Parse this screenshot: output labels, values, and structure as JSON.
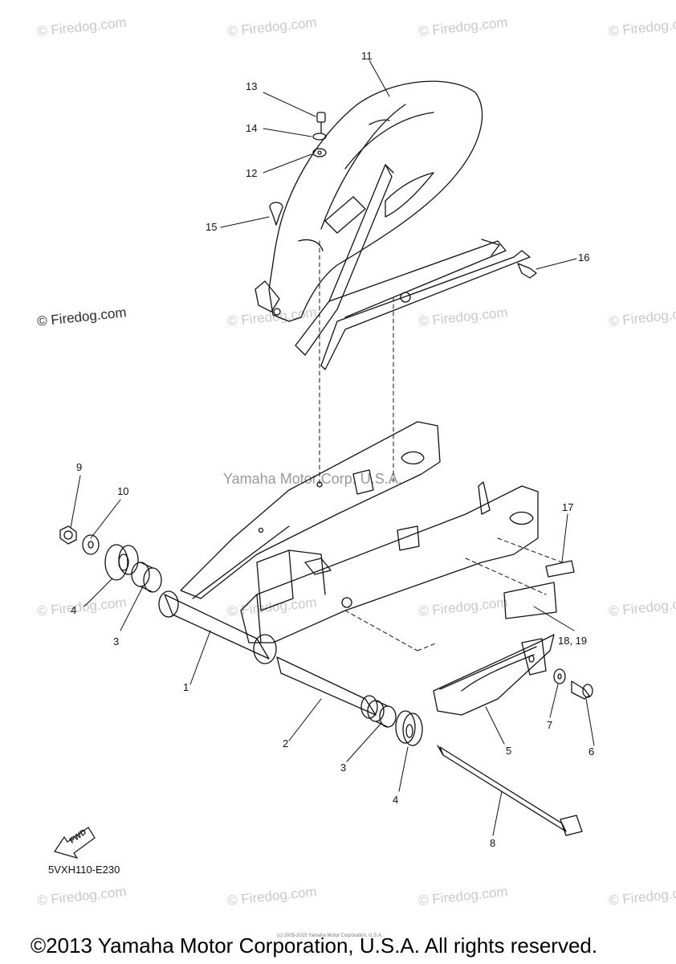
{
  "watermark": "© Firedog.com",
  "center_mark": "Yamaha Motor Corp. U.S.A.",
  "diagram_code": "5VXH110-E230",
  "fwd_label": "FWD",
  "small_print": "(c) 2005-2015 Yamaha Motor Corporation, U.S.A.",
  "copyright": "©2013 Yamaha Motor Corporation, U.S.A. All rights reserved.",
  "callouts": {
    "c1": "1",
    "c2": "2",
    "c3a": "3",
    "c3b": "3",
    "c4a": "4",
    "c4b": "4",
    "c5": "5",
    "c6": "6",
    "c7": "7",
    "c8": "8",
    "c9": "9",
    "c10": "10",
    "c11": "11",
    "c12": "12",
    "c13": "13",
    "c14": "14",
    "c15": "15",
    "c16": "16",
    "c17": "17",
    "c1819": "18, 19"
  }
}
